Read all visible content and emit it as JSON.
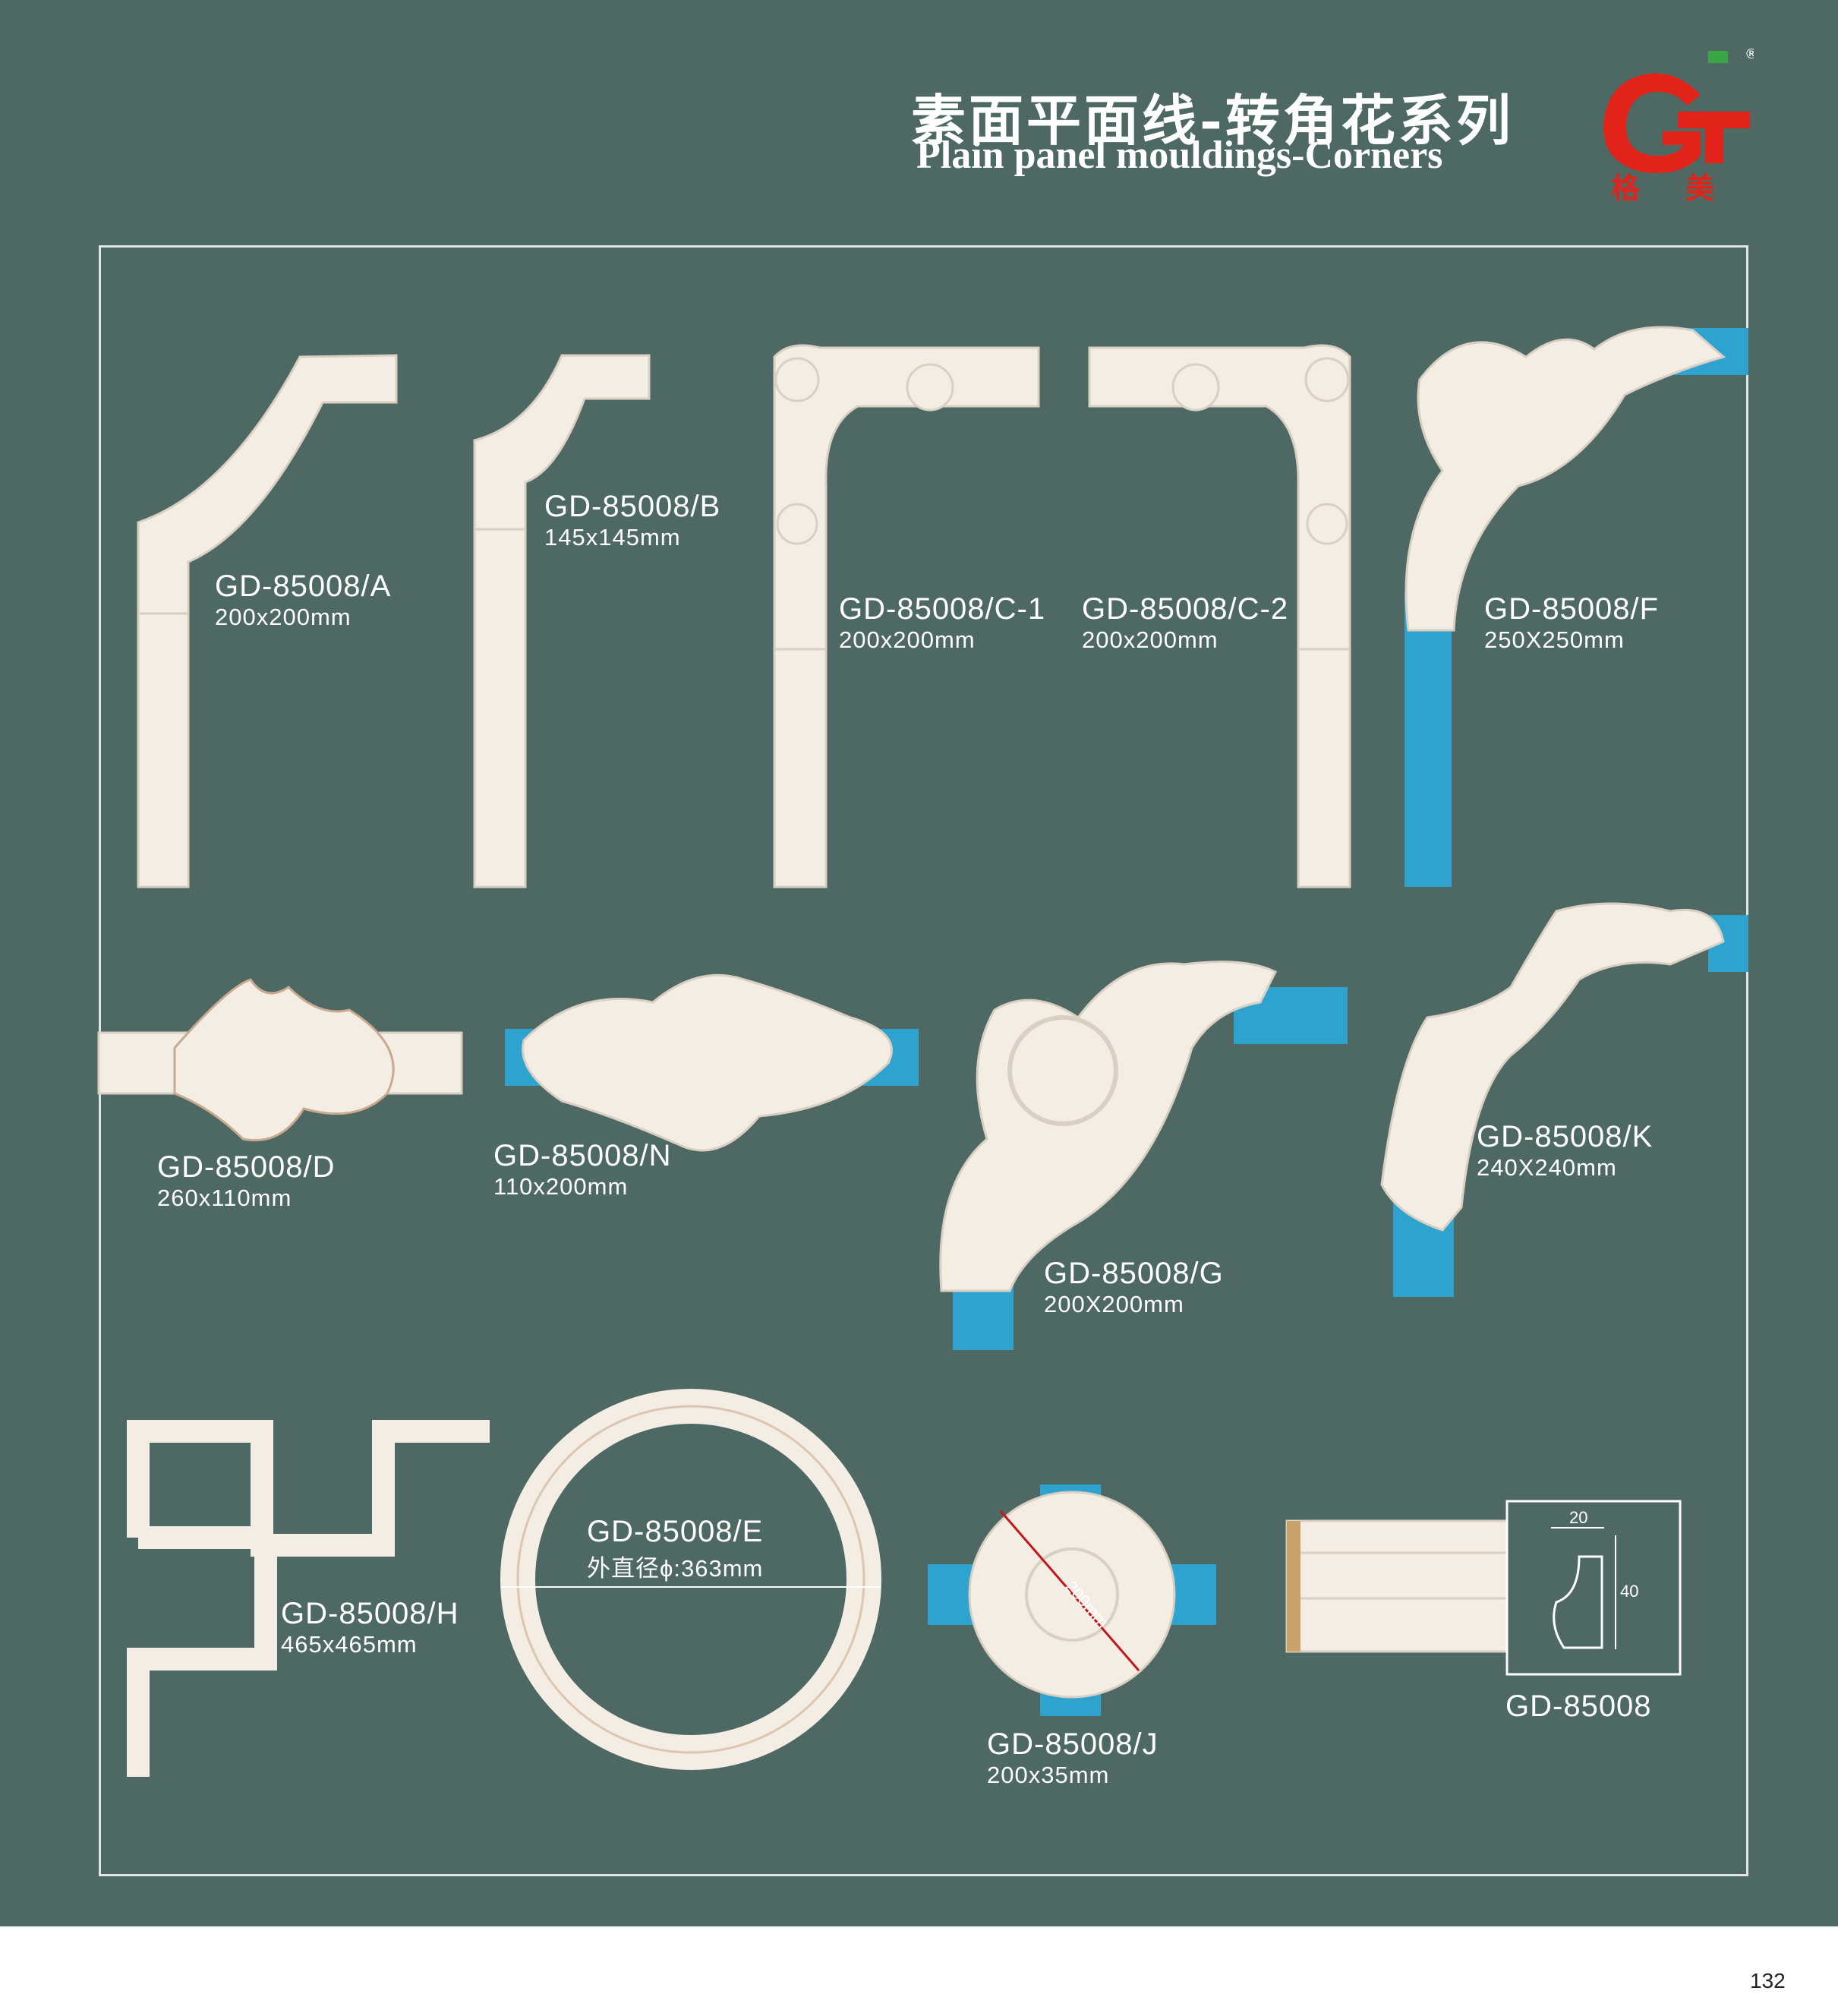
{
  "header": {
    "title_cn": "素面平面线-转角花系列",
    "title_en": "Plain panel mouldings-Corners",
    "logo_icon": "g-monogram-logo-icon",
    "logo_text": "格美",
    "registered_mark": "®",
    "brand_color": "#e2231a"
  },
  "products": [
    {
      "code": "GD-85008/A",
      "size": "200x200mm"
    },
    {
      "code": "GD-85008/B",
      "size": "145x145mm"
    },
    {
      "code": "GD-85008/C-1",
      "size": "200x200mm"
    },
    {
      "code": "GD-85008/C-2",
      "size": "200x200mm"
    },
    {
      "code": "GD-85008/F",
      "size": "250X250mm"
    },
    {
      "code": "GD-85008/D",
      "size": "260x110mm"
    },
    {
      "code": "GD-85008/N",
      "size": "110x200mm"
    },
    {
      "code": "GD-85008/G",
      "size": "200X200mm"
    },
    {
      "code": "GD-85008/K",
      "size": "240X240mm"
    },
    {
      "code": "GD-85008/H",
      "size": "465x465mm"
    },
    {
      "code": "GD-85008/E",
      "size": "外直径ϕ:363mm"
    },
    {
      "code": "GD-85008/J",
      "size": "200x35mm"
    }
  ],
  "profile": {
    "code": "GD-85008",
    "width_label": "20",
    "height_label": "40"
  },
  "rosette_dimension": "200mm",
  "page_number": "132",
  "colors": {
    "background": "#4e6963",
    "moulding": "#f3ede4",
    "accent_blue": "#2fa3cf"
  }
}
